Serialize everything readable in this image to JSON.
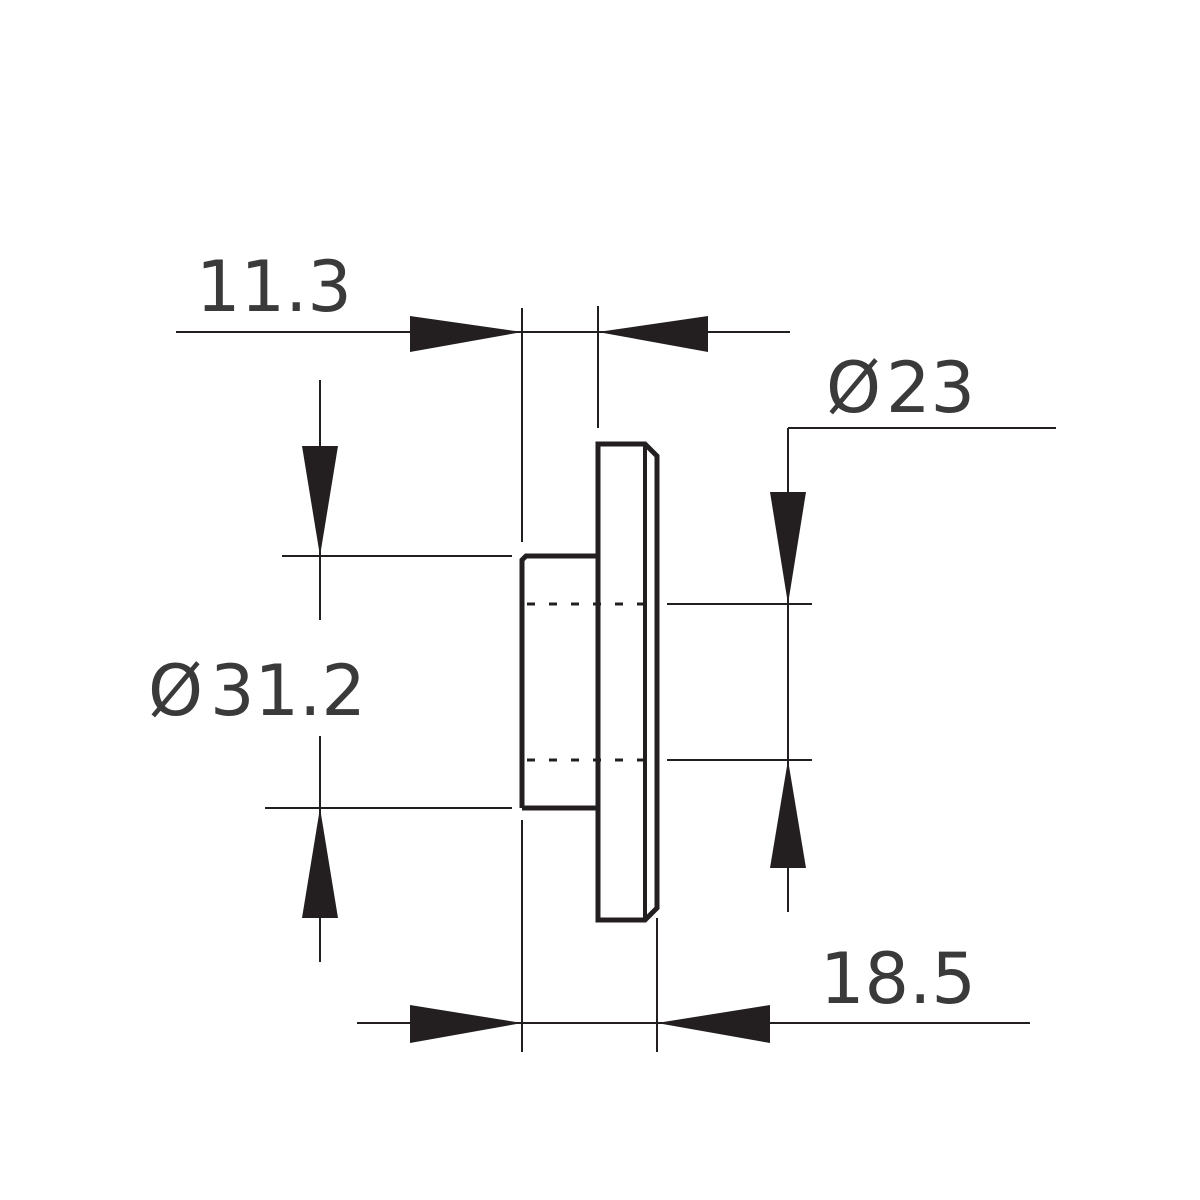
{
  "drawing": {
    "dimensions": {
      "flange_offset": "11.3",
      "shaft_diameter_symbol": "Ø",
      "shaft_diameter": "31.2",
      "hole_diameter_symbol": "Ø",
      "hole_diameter": "23",
      "total_length": "18.5"
    }
  }
}
